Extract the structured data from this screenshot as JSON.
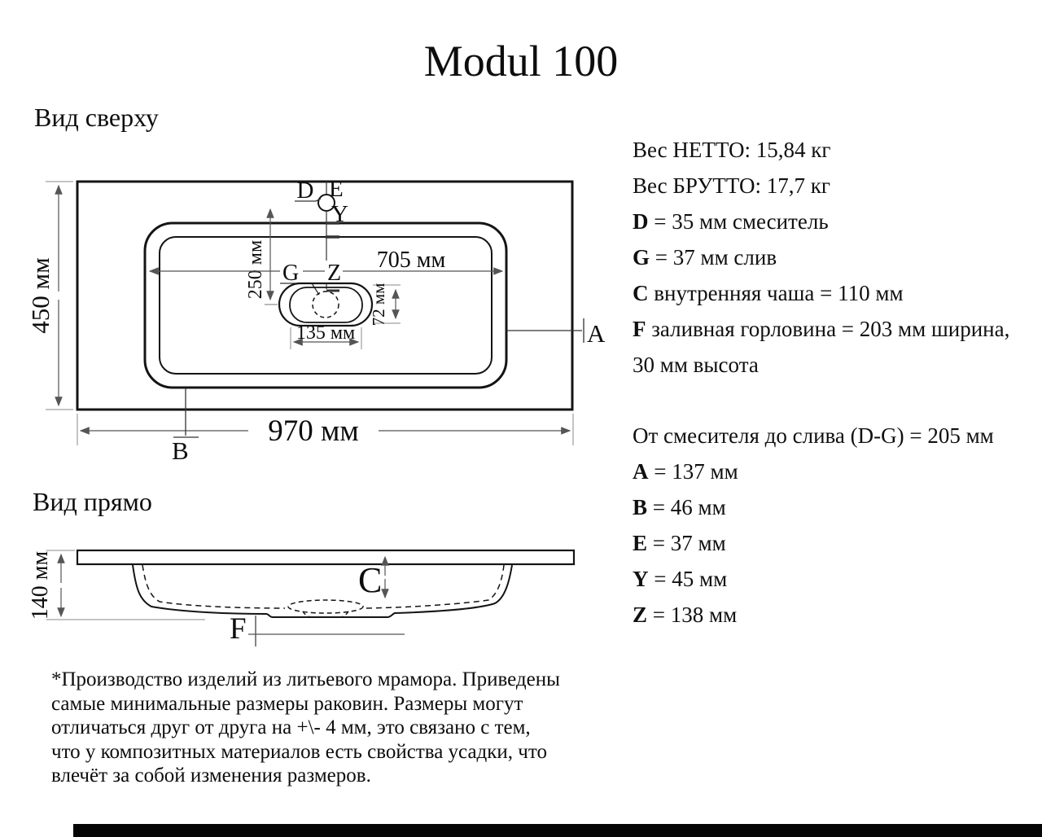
{
  "title": "Modul 100",
  "top_view": {
    "heading": "Вид сверху",
    "dim_450": "450 мм",
    "dim_970": "970 мм",
    "dim_705": "705 мм",
    "dim_250": "250 мм",
    "dim_135": "135 мм",
    "dim_72": "72 мм",
    "label_d": "D",
    "label_e": "E",
    "label_y": "Y",
    "label_z": "Z",
    "label_g": "G",
    "label_a": "A",
    "label_b": "B"
  },
  "front_view": {
    "heading": "Вид прямо",
    "dim_140": "140 мм",
    "label_c": "C",
    "label_f": "F"
  },
  "specs": {
    "weight_lines": [
      {
        "b": "",
        "t": "Вес НЕТТО: 15,84 кг"
      },
      {
        "b": "",
        "t": "Вес БРУТТО: 17,7 кг"
      },
      {
        "b": "D",
        "t": " = 35 мм смеситель"
      },
      {
        "b": "G",
        "t": " = 37 мм слив"
      },
      {
        "b": "C",
        "t": " внутренняя чаша = 110 мм"
      },
      {
        "b": "F",
        "t": " заливная горловина = 203 мм ширина,"
      },
      {
        "b": "",
        "t": "30 мм высота"
      }
    ],
    "distance_lines": [
      {
        "b": "",
        "t": "От смесителя до слива (D-G) = 205 мм"
      },
      {
        "b": "A",
        "t": " = 137 мм"
      },
      {
        "b": "B",
        "t": " = 46 мм"
      },
      {
        "b": "E",
        "t": " = 37 мм"
      },
      {
        "b": "Y",
        "t": " = 45 мм"
      },
      {
        "b": "Z",
        "t": " = 138 мм"
      }
    ]
  },
  "footnote": {
    "lines": [
      "*Производство изделий из литьевого мрамора. Приведены",
      "самые минимальные размеры раковин. Размеры могут",
      "отличаться друг от друга на +\\- 4 мм, это связано с тем,",
      "что у композитных материалов есть свойства усадки, что",
      "влечёт за собой изменения размеров."
    ]
  }
}
